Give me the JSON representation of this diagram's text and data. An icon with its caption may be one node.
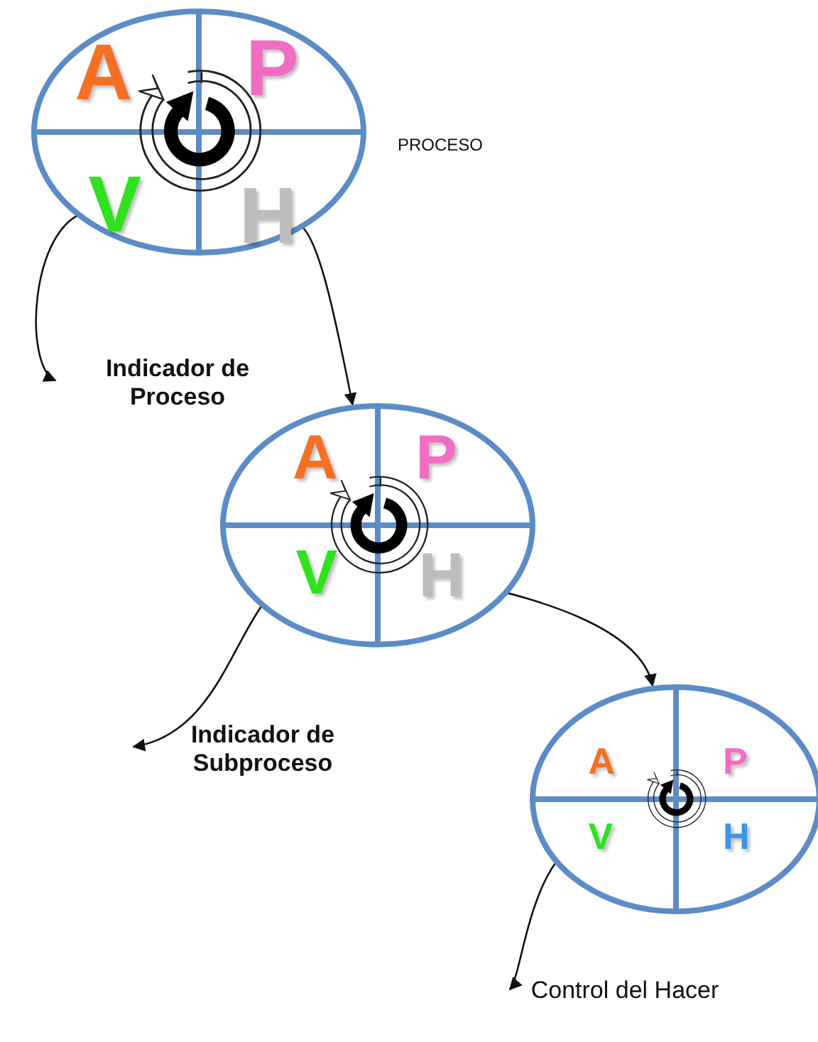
{
  "diagram": {
    "nodes": [
      {
        "text": [],
        "shape": "ellipse",
        "beside": [
          "PROCESO"
        ]
      },
      {
        "text": [
          "A"
        ],
        "in": 0
      },
      {
        "text": [
          "P"
        ],
        "in": 0
      },
      {
        "text": [
          "V"
        ],
        "in": 0
      },
      {
        "text": [
          "H"
        ],
        "in": 0
      },
      {
        "text": [
          "Indicador de Proceso"
        ]
      },
      {
        "text": [],
        "shape": "ellipse"
      },
      {
        "text": [
          "A"
        ],
        "in": 6
      },
      {
        "text": [
          "P"
        ],
        "in": 6
      },
      {
        "text": [
          "V"
        ],
        "in": 6
      },
      {
        "text": [
          "H"
        ],
        "in": 6
      },
      {
        "text": [
          "Indicador de Subproceso"
        ]
      },
      {
        "text": [],
        "shape": "ellipse"
      },
      {
        "text": [
          "A"
        ],
        "in": 12
      },
      {
        "text": [
          "P"
        ],
        "in": 12
      },
      {
        "text": [
          "V"
        ],
        "in": 12
      },
      {
        "text": [
          "H"
        ],
        "in": 12
      },
      {
        "text": [
          "Control del Hacer"
        ]
      }
    ],
    "edges": [
      {
        "from": 3,
        "to": 5,
        "arrow": "to"
      },
      {
        "from": 4,
        "to": 6,
        "arrow": "to"
      },
      {
        "from": 9,
        "to": 11,
        "arrow": "to"
      },
      {
        "from": 10,
        "to": 12,
        "arrow": "to"
      },
      {
        "from": 15,
        "to": 17,
        "arrow": "to"
      }
    ]
  }
}
